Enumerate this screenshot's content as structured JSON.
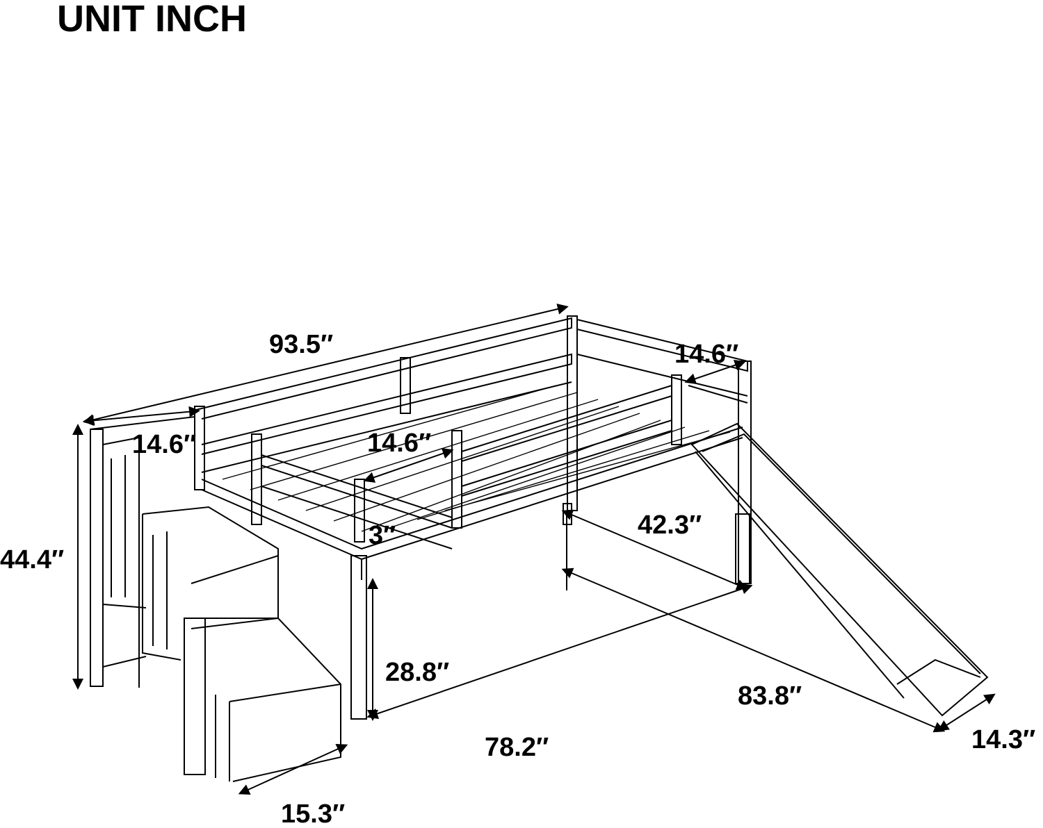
{
  "title": "UNIT INCH",
  "dimensions": {
    "overall_length": "93.5″",
    "guard_rail_height_right": "14.6″",
    "stair_width": "14.6″",
    "guard_rail_height_front": "14.6″",
    "overall_height": "44.4″",
    "rail_gap": "3″",
    "overall_width": "42.3″",
    "under_bed_clearance": "28.8″",
    "slide_length": "83.8″",
    "bed_length": "78.2″",
    "slide_width": "14.3″",
    "stair_depth": "15.3″"
  }
}
